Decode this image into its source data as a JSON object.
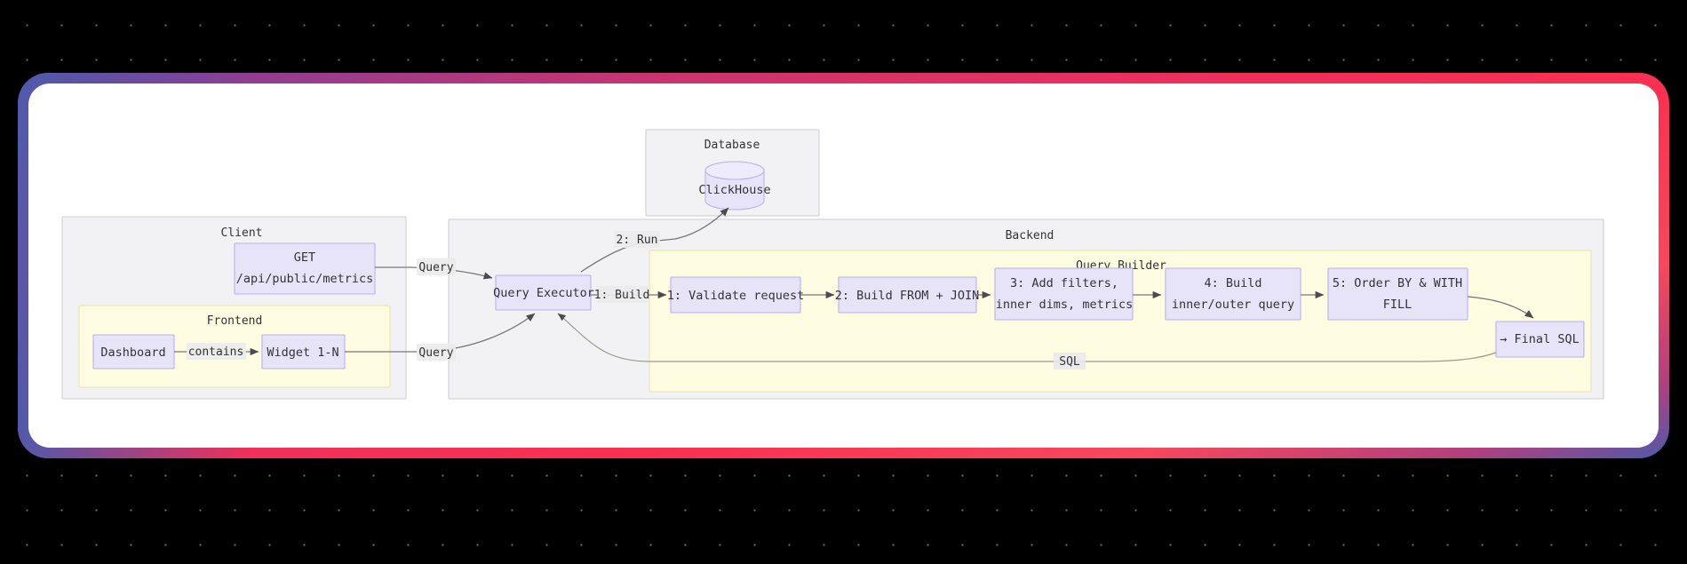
{
  "theme": {
    "page_background": "#000000",
    "dot_color": "#6d6d6d",
    "card_background": "#ffffff",
    "frame_gradient_start": "#7b3f98",
    "frame_gradient_mid": "#f62f57",
    "frame_gradient_end": "#4f5bab",
    "group_fill": "#f2f2f4",
    "group_stroke": "#cccccc",
    "subgroup_fill": "#fdfbe0",
    "subgroup_stroke": "#e8e3b0",
    "node_fill": "#e7e4fa",
    "node_stroke": "#b9b1ee",
    "edge_stroke": "#77767c",
    "text_color": "#333338"
  },
  "diagram": {
    "type": "sequence-architecture",
    "groups": [
      {
        "id": "client",
        "label": "Client"
      },
      {
        "id": "frontend",
        "label": "Frontend"
      },
      {
        "id": "database",
        "label": "Database"
      },
      {
        "id": "backend",
        "label": "Backend"
      },
      {
        "id": "builder",
        "label": "Query Builder"
      }
    ],
    "nodes": [
      {
        "id": "api",
        "group": "client",
        "label_lines": [
          "GET",
          "/api/public/metrics"
        ]
      },
      {
        "id": "dashboard",
        "group": "frontend",
        "label_lines": [
          "Dashboard"
        ]
      },
      {
        "id": "widget",
        "group": "frontend",
        "label_lines": [
          "Widget 1-N"
        ]
      },
      {
        "id": "clickhouse",
        "group": "database",
        "label_lines": [
          "ClickHouse"
        ],
        "shape": "cylinder"
      },
      {
        "id": "executor",
        "group": "backend",
        "label_lines": [
          "Query Executor"
        ]
      },
      {
        "id": "step1",
        "group": "builder",
        "label_lines": [
          "1: Validate request"
        ]
      },
      {
        "id": "step2",
        "group": "builder",
        "label_lines": [
          "2: Build FROM + JOIN"
        ]
      },
      {
        "id": "step3",
        "group": "builder",
        "label_lines": [
          "3: Add filters,",
          "inner dims, metrics"
        ]
      },
      {
        "id": "step4",
        "group": "builder",
        "label_lines": [
          "4: Build",
          "inner/outer query"
        ]
      },
      {
        "id": "step5",
        "group": "builder",
        "label_lines": [
          "5: Order BY & WITH",
          "FILL"
        ]
      },
      {
        "id": "finalsql",
        "group": "builder",
        "label_lines": [
          "→ Final SQL"
        ]
      }
    ],
    "edges": [
      {
        "id": "e-api-exec",
        "from": "api",
        "to": "executor",
        "label": "Query"
      },
      {
        "id": "e-dashboard-widget",
        "from": "dashboard",
        "to": "widget",
        "label": "contains"
      },
      {
        "id": "e-widget-exec",
        "from": "widget",
        "to": "executor",
        "label": "Query"
      },
      {
        "id": "e-exec-ch",
        "from": "executor",
        "to": "clickhouse",
        "label": "2: Run"
      },
      {
        "id": "e-exec-step1",
        "from": "executor",
        "to": "step1",
        "label": "1: Build"
      },
      {
        "id": "e-step1-step2",
        "from": "step1",
        "to": "step2",
        "label": ""
      },
      {
        "id": "e-step2-step3",
        "from": "step2",
        "to": "step3",
        "label": ""
      },
      {
        "id": "e-step3-step4",
        "from": "step3",
        "to": "step4",
        "label": ""
      },
      {
        "id": "e-step4-step5",
        "from": "step4",
        "to": "step5",
        "label": ""
      },
      {
        "id": "e-step5-final",
        "from": "step5",
        "to": "finalsql",
        "label": ""
      },
      {
        "id": "e-final-exec",
        "from": "finalsql",
        "to": "executor",
        "label": "SQL"
      }
    ]
  }
}
